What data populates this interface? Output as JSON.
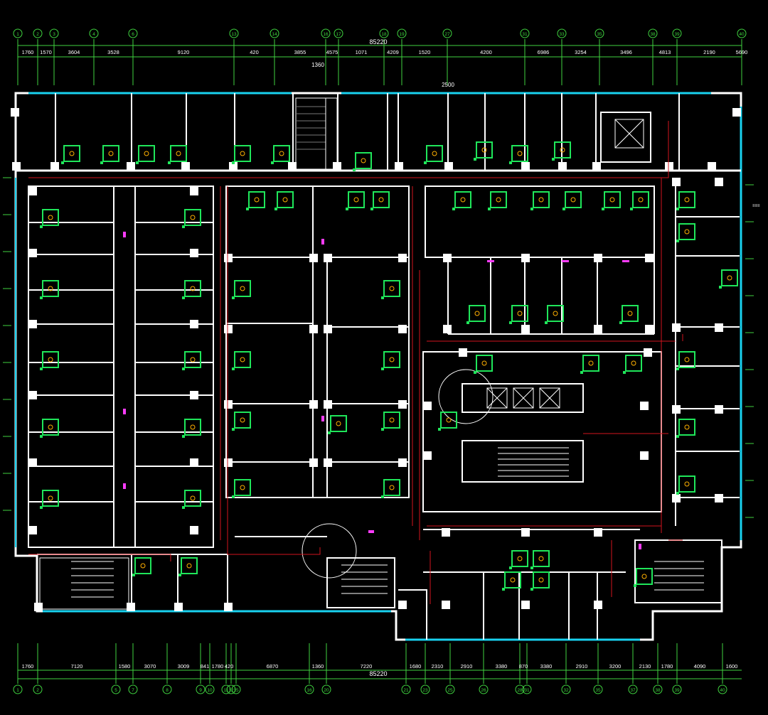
{
  "drawing": {
    "top_overall": "85220",
    "bottom_overall": "85220",
    "top_partial_a": "1360",
    "top_partial_b": "2500",
    "right_note": "≡≡≡"
  },
  "top_axes": [
    "1",
    "2",
    "3",
    "4",
    "6",
    "13",
    "14",
    "16",
    "17",
    "18",
    "19",
    "27",
    "31",
    "33",
    "35",
    "38",
    "39",
    "40"
  ],
  "top_dims": [
    "1760",
    "1570",
    "3604",
    "3528",
    "9120",
    "420",
    "3855",
    "4575",
    "1071",
    "4209",
    "1520",
    "4200",
    "6986",
    "3254",
    "3496",
    "4813",
    "2190",
    "5690"
  ],
  "bottom_axes": [
    "1",
    "2",
    "5",
    "7",
    "8",
    "9",
    "10",
    "11",
    "12",
    "15",
    "16",
    "20",
    "21",
    "23",
    "25",
    "26",
    "28",
    "31",
    "32",
    "35",
    "37",
    "38",
    "39",
    "40"
  ],
  "bottom_dims": [
    "1760",
    "7120",
    "1580",
    "3070",
    "3009",
    "841",
    "1780",
    "420",
    "6870",
    "1360",
    "7220",
    "1680",
    "2310",
    "2910",
    "3380",
    "870",
    "3380",
    "2910",
    "3200",
    "2130",
    "1780",
    "4090",
    "1600"
  ],
  "colors": {
    "background": "#000000",
    "walls": "#ffffff",
    "grid_lines": "#3fd23f",
    "fixtures": "#1fe65a",
    "pipes": "#d2141e",
    "windows": "#19d2f0",
    "label_magenta": "#ff3cff",
    "dimension_text": "#ffffff"
  }
}
